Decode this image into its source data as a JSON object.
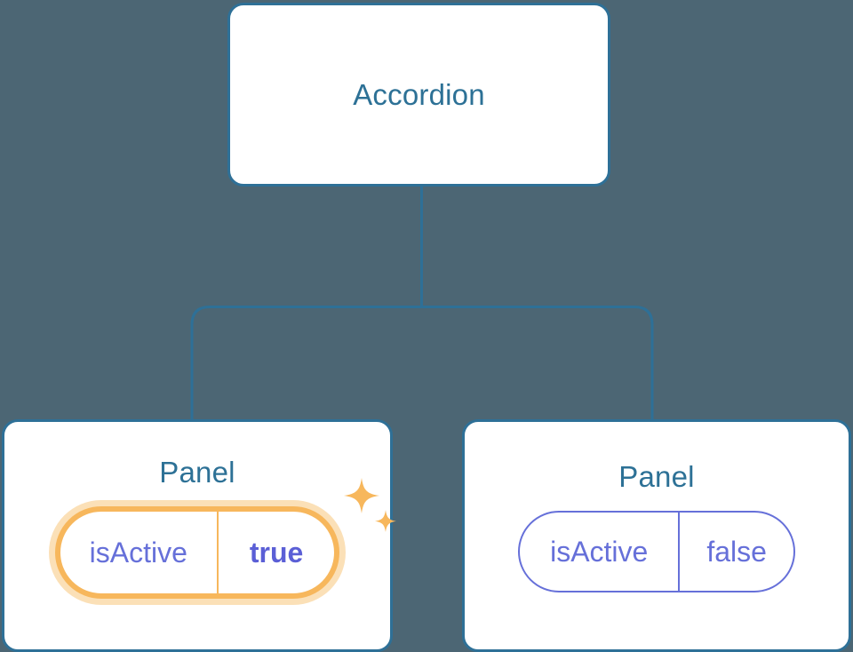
{
  "diagram": {
    "type": "component-tree",
    "background_color": "#4c6674",
    "edge_color": "#2e7097",
    "node_border_color": "#2e7097",
    "node_title_color": "#2d7196",
    "prop_color": "#6670d9",
    "highlight_color": "#f7b75c",
    "highlight_glow_color": "#fbe0b7",
    "changed_value_color": "#5b5fd6"
  },
  "root": {
    "title": "Accordion"
  },
  "children": [
    {
      "title": "Panel",
      "highlighted": true,
      "prop": {
        "key": "isActive",
        "value": "true"
      },
      "sparkle_large": "sparkle-icon",
      "sparkle_small": "sparkle-icon"
    },
    {
      "title": "Panel",
      "highlighted": false,
      "prop": {
        "key": "isActive",
        "value": "false"
      }
    }
  ]
}
